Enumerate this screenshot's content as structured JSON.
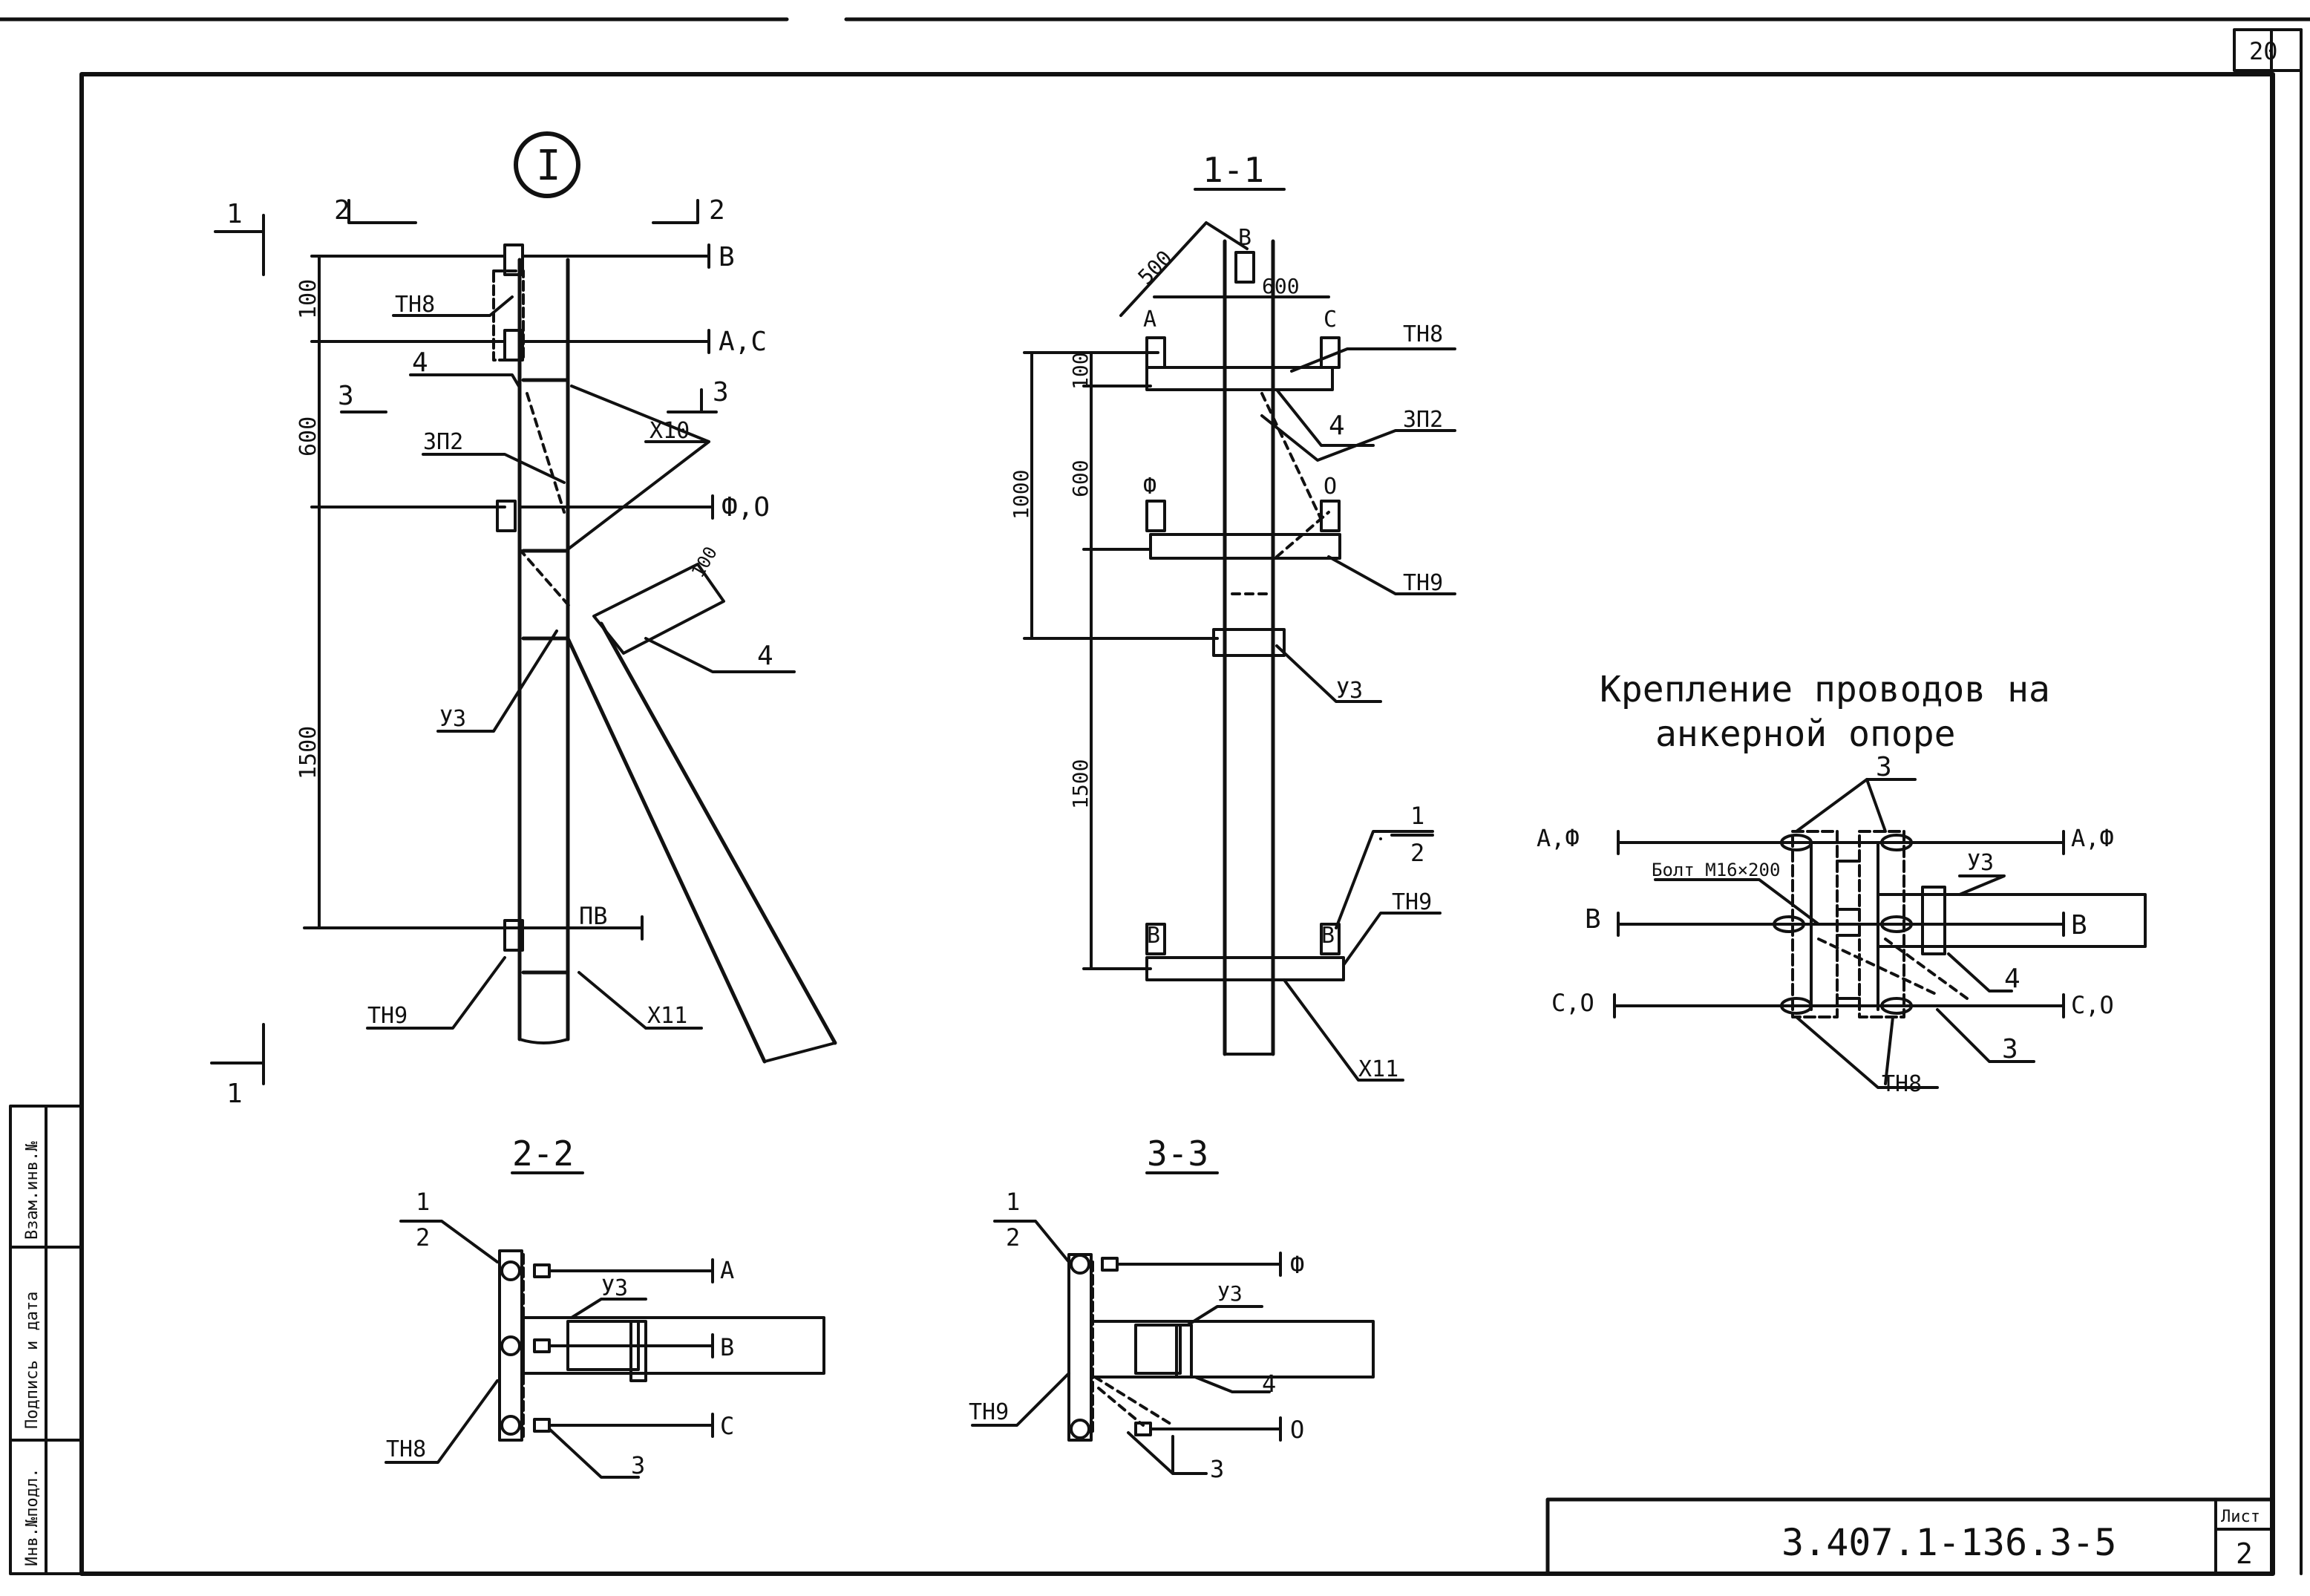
{
  "sheet": {
    "top_number": "20",
    "document_code": "3.407.1-136.3-5",
    "list_label": "Лист",
    "list_number": "2",
    "side_stamp": [
      "Инв.№подл.",
      "Подпись и дата",
      "Взам.инв.№"
    ]
  },
  "detail_I": {
    "marker": "I",
    "cut_1": "1",
    "cut_2": "2",
    "cut_3": "3",
    "dim_top": "100",
    "dim_mid": "600",
    "dim_low": "1500",
    "wire_top": "B",
    "wire_2": "A,C",
    "wire_3": "Ф,О",
    "wire_bottom": "ПВ",
    "label_tn8": "ТН8",
    "label_4a": "4",
    "label_zp2": "ЗП2",
    "label_x10": "Х10",
    "label_4b": "4",
    "label_u3": "У3",
    "label_tn9": "ТН9",
    "label_x11": "Х11",
    "brace_size": "100"
  },
  "section_1_1": {
    "title": "1-1",
    "dim_500": "500",
    "dim_600": "600",
    "dim_100": "100",
    "dim_600b": "600",
    "dim_1000": "1000",
    "dim_1500": "1500",
    "wire_b": "B",
    "wire_a": "A",
    "wire_c": "C",
    "wire_f": "Ф",
    "wire_o": "О",
    "wire_b_low1": "B",
    "wire_b_low2": "B",
    "label_tn8": "ТН8",
    "label_4": "4",
    "label_zp2": "ЗП2",
    "label_tn9a": "ТН9",
    "label_u3": "У3",
    "label_frac_num": "1",
    "label_frac_den": "2",
    "label_tn9b": "ТН9",
    "label_x11": "Х11"
  },
  "anchor": {
    "title_line1": "Крепление проводов на",
    "title_line2": "анкерной опоре",
    "label_3top": "3",
    "wire_af_left": "А,Ф",
    "wire_af_right": "А,Ф",
    "bolt": "Болт М16×200",
    "label_u3": "У3",
    "wire_b_left": "B",
    "wire_b_right": "B",
    "label_4": "4",
    "wire_co_left": "С,О",
    "wire_co_right": "С,О",
    "label_3bottom": "3",
    "label_tn8": "ТН8"
  },
  "section_2_2": {
    "title": "2-2",
    "frac_num": "1",
    "frac_den": "2",
    "wire_a": "А",
    "label_u3": "У3",
    "wire_b": "B",
    "wire_c": "С",
    "label_tn8": "ТН8",
    "label_3": "3"
  },
  "section_3_3": {
    "title": "3-3",
    "frac_num": "1",
    "frac_den": "2",
    "wire_f": "Ф",
    "label_u3": "У3",
    "label_4": "4",
    "wire_o": "О",
    "label_tn9": "ТН9",
    "label_3": "3"
  }
}
